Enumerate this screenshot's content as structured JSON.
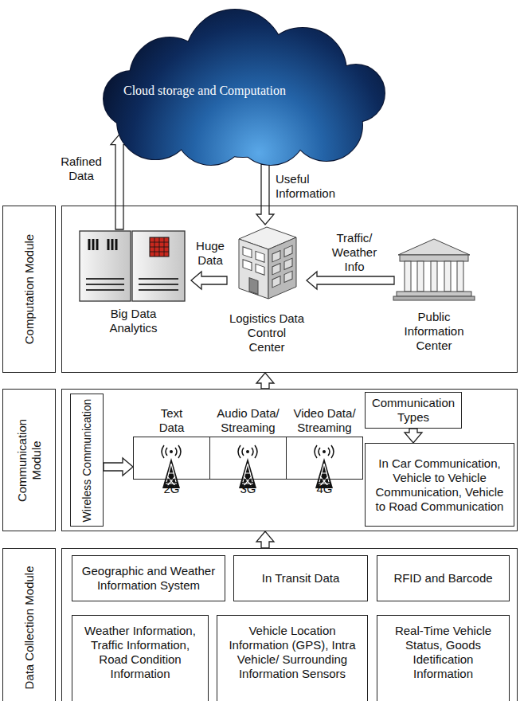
{
  "diagram": {
    "nodes": [
      {
        "text": [
          "Cloud storage and Computation"
        ]
      },
      {
        "text": [
          "Computation Module"
        ]
      },
      {
        "text": [
          "Big Data Analytics"
        ],
        "in": 1
      },
      {
        "text": [
          "Logistics Data Control Center"
        ],
        "in": 1
      },
      {
        "text": [
          "Public Information Center"
        ],
        "in": 1
      },
      {
        "text": [
          "Communication Module"
        ]
      },
      {
        "text": [
          "Wireless Communication"
        ],
        "in": 5
      },
      {
        "text": [
          "Text Data",
          "2G"
        ],
        "in": 5
      },
      {
        "text": [
          "Audio Data/ Streaming",
          "3G"
        ],
        "in": 5
      },
      {
        "text": [
          "Video Data/ Streaming",
          "4G"
        ],
        "in": 5
      },
      {
        "text": [
          "Communication Types"
        ],
        "in": 5
      },
      {
        "text": [
          "In Car Communication, Vehicle to Vehicle Communication, Vehicle to Road Communication"
        ],
        "in": 5
      },
      {
        "text": [
          "Data Collection Module"
        ]
      },
      {
        "text": [
          "Geographic and Weather Information System"
        ],
        "in": 12
      },
      {
        "text": [
          "In Transit Data"
        ],
        "in": 12
      },
      {
        "text": [
          "RFID and Barcode"
        ],
        "in": 12
      },
      {
        "text": [
          "Weather Information, Traffic Information, Road Condition Information"
        ],
        "in": 12
      },
      {
        "text": [
          "Vehicle Location Information (GPS), Intra Vehicle/ Surrounding Information Sensors"
        ],
        "in": 12
      },
      {
        "text": [
          "Real-Time Vehicle Status, Goods Idetification Information"
        ],
        "in": 12
      }
    ],
    "edges": [
      {
        "from": 2,
        "to": 0,
        "arrow": "to",
        "label": "Rafined Data"
      },
      {
        "from": 0,
        "to": 3,
        "arrow": "to",
        "label": "Useful Information"
      },
      {
        "from": 3,
        "to": 2,
        "arrow": "to",
        "label": "Huge Data"
      },
      {
        "from": 4,
        "to": 3,
        "arrow": "to",
        "label": "Traffic/ Weather Info"
      },
      {
        "from": 6,
        "to": 7,
        "arrow": "to"
      },
      {
        "from": 10,
        "to": 11,
        "arrow": "to"
      },
      {
        "from": 5,
        "to": 1,
        "arrow": "to"
      },
      {
        "from": 12,
        "to": 5,
        "arrow": "to"
      }
    ]
  }
}
